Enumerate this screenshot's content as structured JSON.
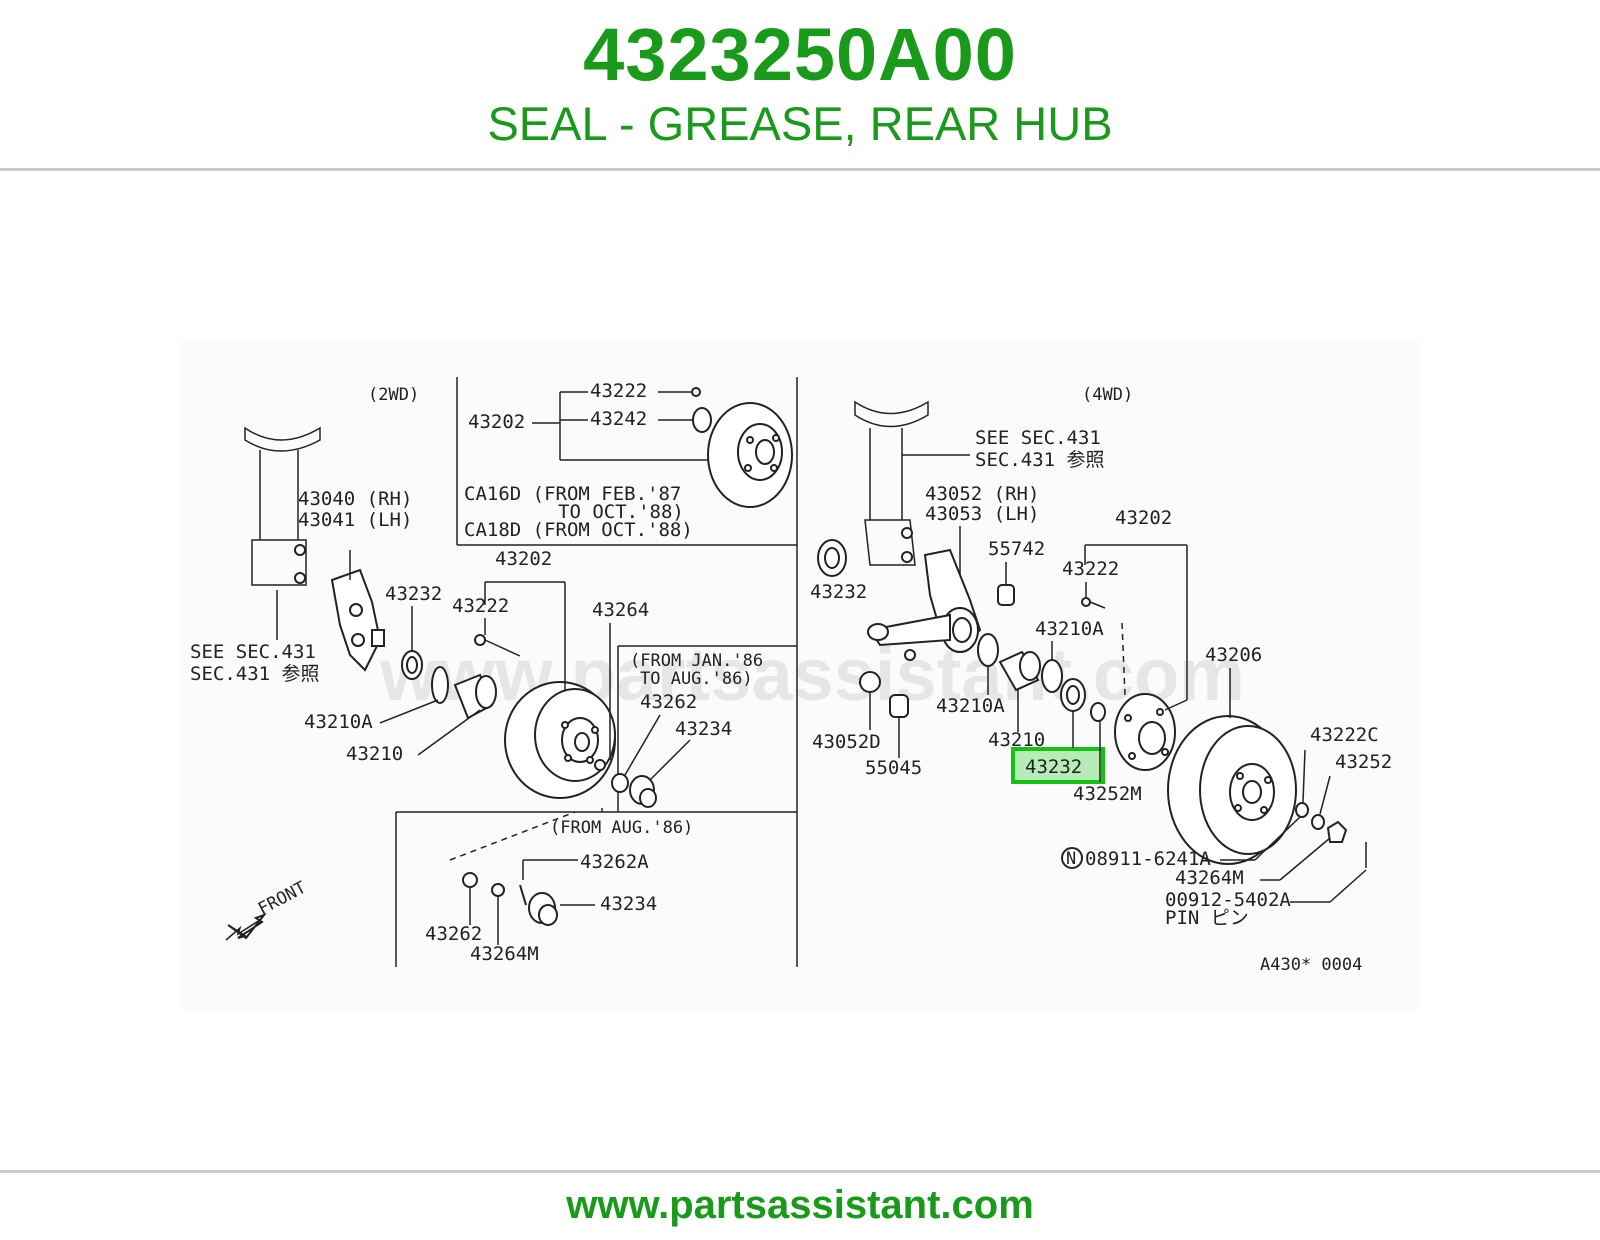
{
  "header": {
    "part_number": "4323250A00",
    "description": "SEAL - GREASE, REAR HUB"
  },
  "footer": {
    "url": "www.partsassistant.com"
  },
  "diagram": {
    "watermark": "www.partsassistant.com",
    "variant_left": "(2WD)",
    "variant_right": "(4WD)",
    "figure_code": "A430* 0004",
    "front_label": "FRONT",
    "highlighted_part": "43232",
    "notes": {
      "see_sec_left_1": "SEE SEC.431",
      "see_sec_left_2": "SEC.431 参照",
      "see_sec_right_1": "SEE SEC.431",
      "see_sec_right_2": "SEC.431 参照",
      "ca16d_1": "CA16D (FROM FEB.'87",
      "ca16d_2": "TO OCT.'88)",
      "ca18d": "CA18D (FROM OCT.'88)",
      "from_jan_1": "(FROM JAN.'86",
      "from_jan_2": "TO AUG.'86)",
      "from_aug": "(FROM AUG.'86)",
      "pin": "PIN ピン",
      "n_marker": "N"
    },
    "labels_left": {
      "p43040": "43040 (RH)",
      "p43041": "43041 (LH)",
      "p43232": "43232",
      "p43222": "43222",
      "p43202": "43202",
      "p43264": "43264",
      "p43210A": "43210A",
      "p43210": "43210",
      "p43262": "43262",
      "p43234": "43234",
      "p43262A": "43262A",
      "p43234b": "43234",
      "p43262b": "43262",
      "p43264M": "43264M",
      "inset_43222": "43222",
      "inset_43242": "43242",
      "inset_43202": "43202"
    },
    "labels_right": {
      "p43052": "43052 (RH)",
      "p43053": "43053 (LH)",
      "p55742": "55742",
      "p43232a": "43232",
      "p43202": "43202",
      "p43222": "43222",
      "p43210A_a": "43210A",
      "p43210A_b": "43210A",
      "p43206": "43206",
      "p43052D": "43052D",
      "p55045": "55045",
      "p43210": "43210",
      "p43232_hl": "43232",
      "p43252M": "43252M",
      "p43222C": "43222C",
      "p43252": "43252",
      "p08911": "08911-6241A",
      "p43264M": "43264M",
      "p00912": "00912-5402A"
    }
  }
}
